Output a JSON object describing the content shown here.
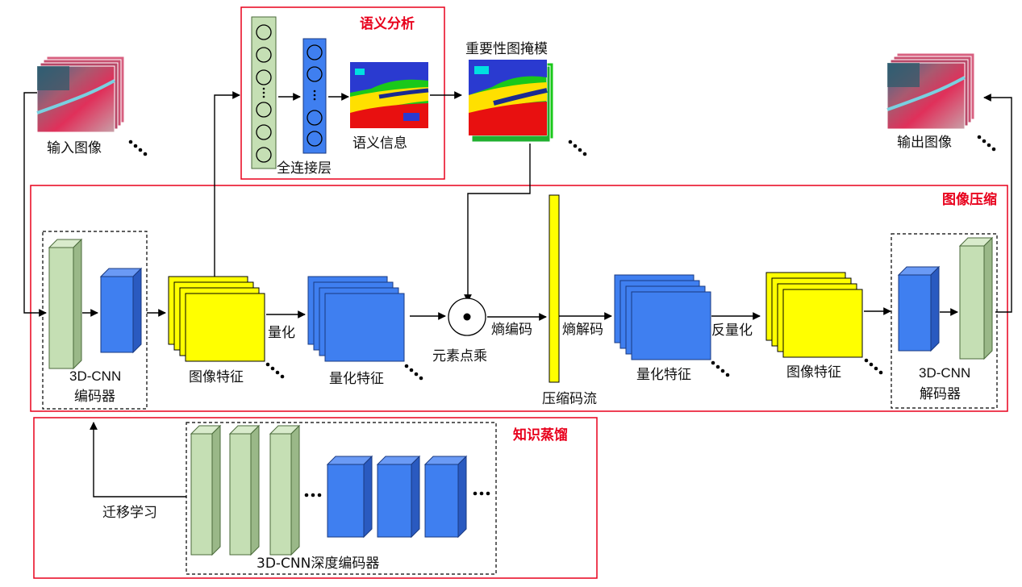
{
  "sections": {
    "semantic": "语义分析",
    "compression": "图像压缩",
    "distill": "知识蒸馏"
  },
  "labels": {
    "input": "输入图像",
    "output": "输出图像",
    "fc": "全连接层",
    "semantic_info": "语义信息",
    "mask": "重要性图掩模",
    "feat1": "图像特征",
    "quant_feat1": "量化特征",
    "quantize": "量化",
    "elementwise": "元素点乘",
    "entropy_enc": "熵编码",
    "entropy_dec": "熵解码",
    "bitstream": "压缩码流",
    "quant_feat2": "量化特征",
    "dequant": "反量化",
    "feat2": "图像特征",
    "enc_line1": "3D-CNN",
    "enc_line2": "编码器",
    "dec_line1": "3D-CNN",
    "dec_line2": "解码器",
    "transfer": "迁移学习",
    "deep_enc": "3D-CNN深度编码器"
  },
  "colors": {
    "red": "#e8001c",
    "yellow": "#ffff00",
    "blue": "#3f7ff0",
    "green": "#c5dfb4"
  }
}
